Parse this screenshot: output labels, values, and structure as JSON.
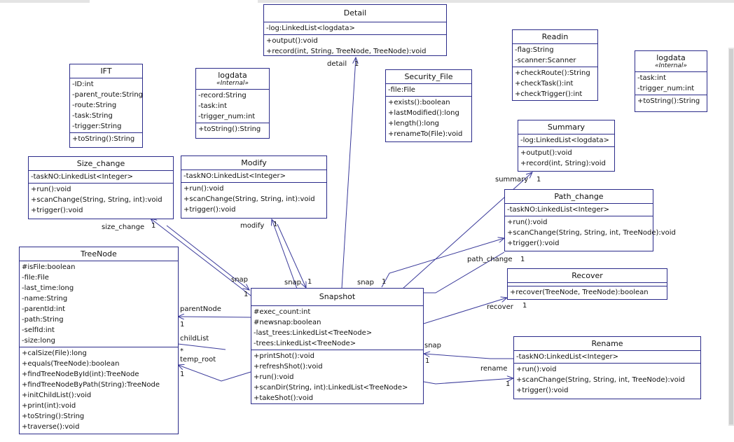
{
  "classes": [
    {
      "key": "detail",
      "name": "Detail",
      "stereotype": "",
      "attributes": [
        "-log:LinkedList<logdata>"
      ],
      "operations": [
        "+output():void",
        "+record(int, String, TreeNode, TreeNode):void"
      ]
    },
    {
      "key": "readin",
      "name": "Readin",
      "stereotype": "",
      "attributes": [
        "-flag:String",
        "-scanner:Scanner"
      ],
      "operations": [
        "+checkRoute():String",
        "+checkTask():int",
        "+checkTrigger():int"
      ]
    },
    {
      "key": "logdata_right",
      "name": "logdata",
      "stereotype": "«Internal»",
      "attributes": [
        "-task:int",
        "-trigger_num:int"
      ],
      "operations": [
        "+toString():String"
      ]
    },
    {
      "key": "ift",
      "name": "IFT",
      "stereotype": "",
      "attributes": [
        "-ID:int",
        "-parent_route:String",
        "-route:String",
        "-task:String",
        "-trigger:String"
      ],
      "operations": [
        "+toString():String"
      ]
    },
    {
      "key": "logdata_mid",
      "name": "logdata",
      "stereotype": "«Internal»",
      "attributes": [
        "-record:String",
        "-task:int",
        "-trigger_num:int"
      ],
      "operations": [
        "+toString():String"
      ]
    },
    {
      "key": "security",
      "name": "Security_File",
      "stereotype": "",
      "attributes": [
        "-file:File"
      ],
      "operations": [
        "+exists():boolean",
        "+lastModified():long",
        "+length():long",
        "+renameTo(File):void"
      ]
    },
    {
      "key": "summary",
      "name": "Summary",
      "stereotype": "",
      "attributes": [
        "-log:LinkedList<logdata>"
      ],
      "operations": [
        "+output():void",
        "+record(int, String):void"
      ]
    },
    {
      "key": "sizechange",
      "name": "Size_change",
      "stereotype": "",
      "attributes": [
        "-taskNO:LinkedList<Integer>"
      ],
      "operations": [
        "+run():void",
        "+scanChange(String, String, int):void",
        "+trigger():void"
      ]
    },
    {
      "key": "modify",
      "name": "Modify",
      "stereotype": "",
      "attributes": [
        "-taskNO:LinkedList<Integer>"
      ],
      "operations": [
        "+run():void",
        "+scanChange(String, String, int):void",
        "+trigger():void"
      ]
    },
    {
      "key": "pathchange",
      "name": "Path_change",
      "stereotype": "",
      "attributes": [
        "-taskNO:LinkedList<Integer>"
      ],
      "operations": [
        "+run():void",
        "+scanChange(String, String, int, TreeNode):void",
        "+trigger():void"
      ]
    },
    {
      "key": "treenode",
      "name": "TreeNode",
      "stereotype": "",
      "attributes": [
        "#isFile:boolean",
        "-file:File",
        "-last_time:long",
        "-name:String",
        "-parentId:int",
        "-path:String",
        "-selfId:int",
        "-size:long"
      ],
      "operations": [
        "+calSize(File):long",
        "+equals(TreeNode):boolean",
        "+findTreeNodeById(int):TreeNode",
        "+findTreeNodeByPath(String):TreeNode",
        "+initChildList():void",
        "+print(int):void",
        "+toString():String",
        "+traverse():void"
      ]
    },
    {
      "key": "recover",
      "name": "Recover",
      "stereotype": "",
      "attributes": [],
      "operations": [
        "+recover(TreeNode, TreeNode):boolean"
      ]
    },
    {
      "key": "snapshot",
      "name": "Snapshot",
      "stereotype": "",
      "attributes": [
        "#exec_count:int",
        "#newsnap:boolean",
        "-last_trees:LinkedList<TreeNode>",
        "-trees:LinkedList<TreeNode>"
      ],
      "operations": [
        "+printShot():void",
        "+refreshShot():void",
        "+run():void",
        "+scanDir(String, int):LinkedList<TreeNode>",
        "+takeShot():void"
      ]
    },
    {
      "key": "rename",
      "name": "Rename",
      "stereotype": "",
      "attributes": [
        "-taskNO:LinkedList<Integer>"
      ],
      "operations": [
        "+run():void",
        "+scanChange(String, String, int, TreeNode):void",
        "+trigger():void"
      ]
    }
  ],
  "labels": {
    "detail_role": "detail",
    "detail_mult": "1",
    "summary_role": "summary",
    "summary_mult": "1",
    "size_change_role": "size_change",
    "size_change_mult": "1",
    "modify_role": "modify",
    "modify_mult": "1",
    "path_change_role": "path_change",
    "path_change_mult": "1",
    "recover_role": "recover",
    "recover_mult": "1",
    "rename_role": "rename",
    "rename_mult": "1",
    "snap_left": "snap",
    "snap_left_mult": "1",
    "snap_mid": "snap",
    "snap_mid_mult": "1",
    "snap_right": "snap",
    "snap_right_mult": "1",
    "snap_rename": "snap",
    "snap_rename_mult": "1",
    "parentNode": "parentNode",
    "parentNode_mult": "1",
    "childList": "childList",
    "childList_mult": "*",
    "temp_root": "temp_root",
    "temp_root_mult": "1"
  }
}
